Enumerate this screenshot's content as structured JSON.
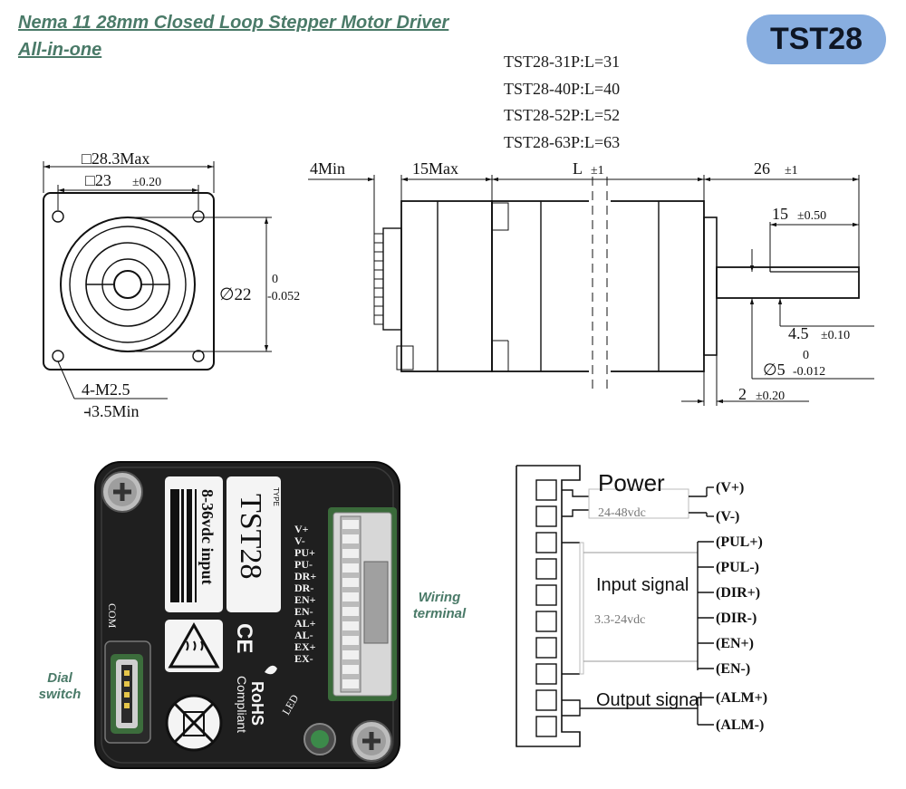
{
  "header": {
    "title_line1": "Nema 11  28mm Closed Loop Stepper Motor Driver",
    "title_line2": "All-in-one",
    "badge": "TST28"
  },
  "variants": [
    "TST28-31P:L=31",
    "TST28-40P:L=40",
    "TST28-52P:L=52",
    "TST28-63P:L=63"
  ],
  "front_view": {
    "outer_square": "□28.3Max",
    "hole_pitch": "□23",
    "hole_pitch_tol": "±0.20",
    "pilot_dia": "∅22",
    "pilot_tol_upper": "0",
    "pilot_tol_lower": "-0.052",
    "thread": "4-M2.5",
    "thread_depth": "⫞3.5Min"
  },
  "side_view": {
    "connector_min": "4Min",
    "driver_max": "15Max",
    "body_len": "L",
    "body_len_tol": "±1",
    "shaft_len": "26",
    "shaft_len_tol": "±1",
    "flat_len": "15",
    "flat_len_tol": "±0.50",
    "flat_depth": "4.5",
    "flat_depth_tol": "±0.10",
    "shaft_dia": "∅5",
    "shaft_dia_tol_upper": "0",
    "shaft_dia_tol_lower": "-0.012",
    "boss": "2",
    "boss_tol": "±0.20"
  },
  "driver_photo": {
    "voltage_label": "8-36vdc input",
    "type_label": "TYPE",
    "model_label": "TST28",
    "terminal_pins": [
      "V+",
      "V-",
      "PU+",
      "PU-",
      "DR+",
      "DR-",
      "EN+",
      "EN-",
      "AL+",
      "AL-",
      "EX+",
      "EX-"
    ],
    "com_label": "COM",
    "led_label": "LED",
    "ce_mark": "CE",
    "rohs_label": "RoHS",
    "compliant_label": "Compliant",
    "callout_wiring_line1": "Wiring",
    "callout_wiring_line2": "terminal",
    "callout_dial_line1": "Dial",
    "callout_dial_line2": "switch"
  },
  "wiring": {
    "power_title": "Power",
    "power_voltage": "24-48vdc",
    "input_title": "Input signal",
    "input_voltage": "3.3-24vdc",
    "output_title": "Output signal",
    "pins": [
      "(V+)",
      "(V-)",
      "(PUL+)",
      "(PUL-)",
      "(DIR+)",
      "(DIR-)",
      "(EN+)",
      "(EN-)",
      "(ALM+)",
      "(ALM-)"
    ]
  },
  "colors": {
    "accent_green": "#4a7a68",
    "badge_blue": "#88aee0",
    "driver_body": "#222222",
    "label_white": "#f4f4f4"
  }
}
